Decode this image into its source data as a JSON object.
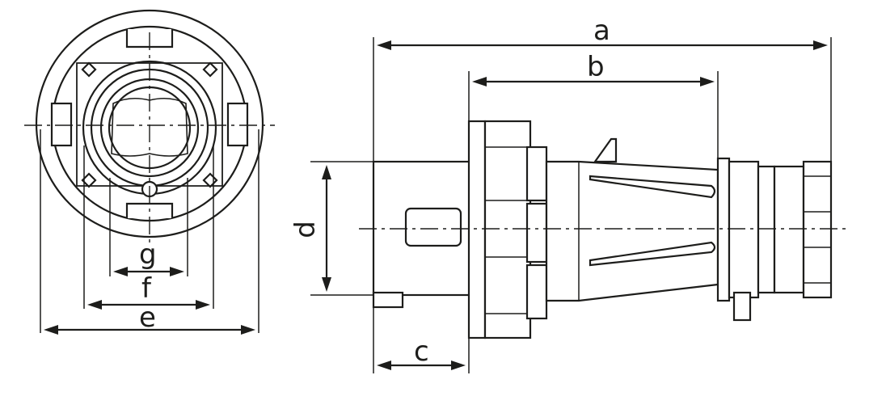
{
  "figure": {
    "front_view_labels": {
      "g": "g",
      "f": "f",
      "e": "e"
    },
    "side_view_labels": {
      "a": "a",
      "b": "b",
      "c": "c",
      "d": "d"
    }
  },
  "colors": {
    "line": "#1d1d1b",
    "background": "#ffffff"
  }
}
